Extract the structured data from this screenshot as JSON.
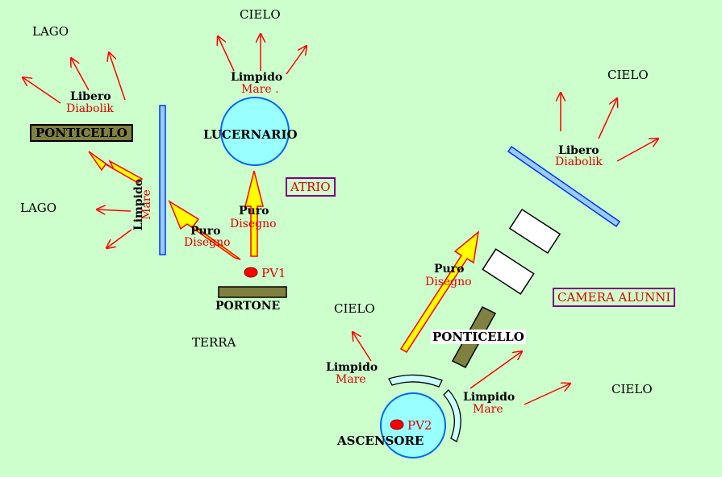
{
  "colors": {
    "background": "#ccffcc",
    "arrow_red": "#ff0000",
    "arrow_yellow": "#ffff00",
    "skylight": "#99ffff",
    "blue_bar": "#3399ff",
    "olive": "#808040",
    "text_red": "#e00000",
    "box_purple": "#800080"
  },
  "labels": {
    "lago_top": "LAGO",
    "lago_mid": "LAGO",
    "cielo_top": "CIELO",
    "cielo_right": "CIELO",
    "cielo_mid": "CIELO",
    "cielo_bottom": "CIELO",
    "terra": "TERRA",
    "ponticello_left": "PONTICELLO",
    "ponticello_right": "PONTICELLO",
    "lucernario": "LUCERNARIO",
    "atrio": "ATRIO",
    "camera_alunni": "CAMERA ALUNNI",
    "portone": "PORTONE",
    "ascensore": "ASCENSORE",
    "pv1": "PV1",
    "pv2": "PV2",
    "libero": "Libero",
    "diabolik": "Diabolik",
    "limpido": "Limpido",
    "mare": "Mare",
    "mare_dot": "Mare .",
    "puro": "Puro",
    "disegno": "Disegno"
  }
}
